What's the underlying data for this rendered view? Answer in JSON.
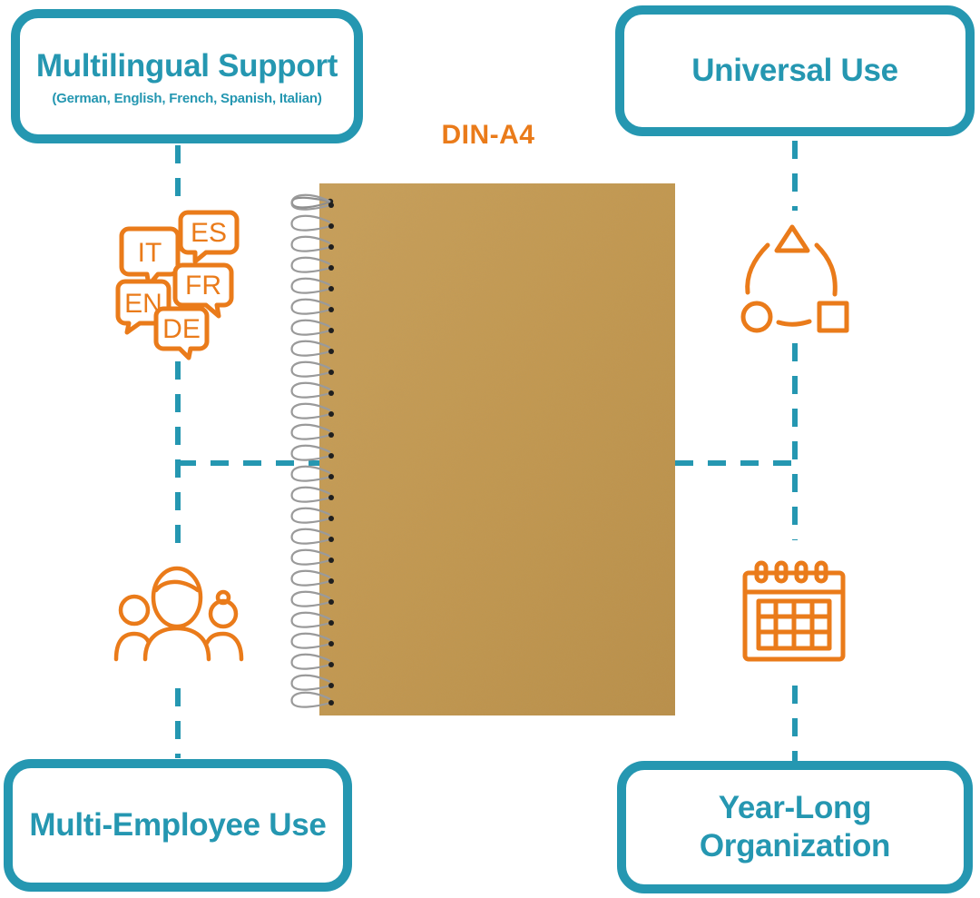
{
  "boxes": {
    "multilingual": {
      "title": "Multilingual Support",
      "subtitle": "(German, English, French, Spanish, Italian)"
    },
    "universal": {
      "title": "Universal Use"
    },
    "multi_employee": {
      "title": "Multi-Employee Use"
    },
    "year_long": {
      "title": "Year-Long\nOrganization"
    }
  },
  "notebook": {
    "size_label": "DIN-A4"
  },
  "language_bubbles": [
    "IT",
    "ES",
    "FR",
    "EN",
    "DE"
  ],
  "colors": {
    "teal": "#2597b1",
    "orange": "#ea7b1a",
    "kraft": "#c49a54"
  },
  "icons": [
    "language-bubbles-icon",
    "shapes-cycle-icon",
    "people-group-icon",
    "calendar-icon"
  ]
}
